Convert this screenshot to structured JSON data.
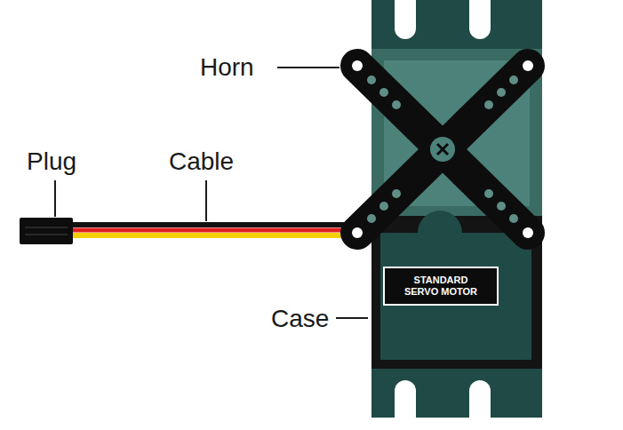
{
  "diagram": {
    "nodes": [
      {
        "text": [
          "STANDARD SERVO MOTOR"
        ]
      }
    ],
    "labels": [
      "Horn",
      "Plug",
      "Cable",
      "Case"
    ]
  }
}
